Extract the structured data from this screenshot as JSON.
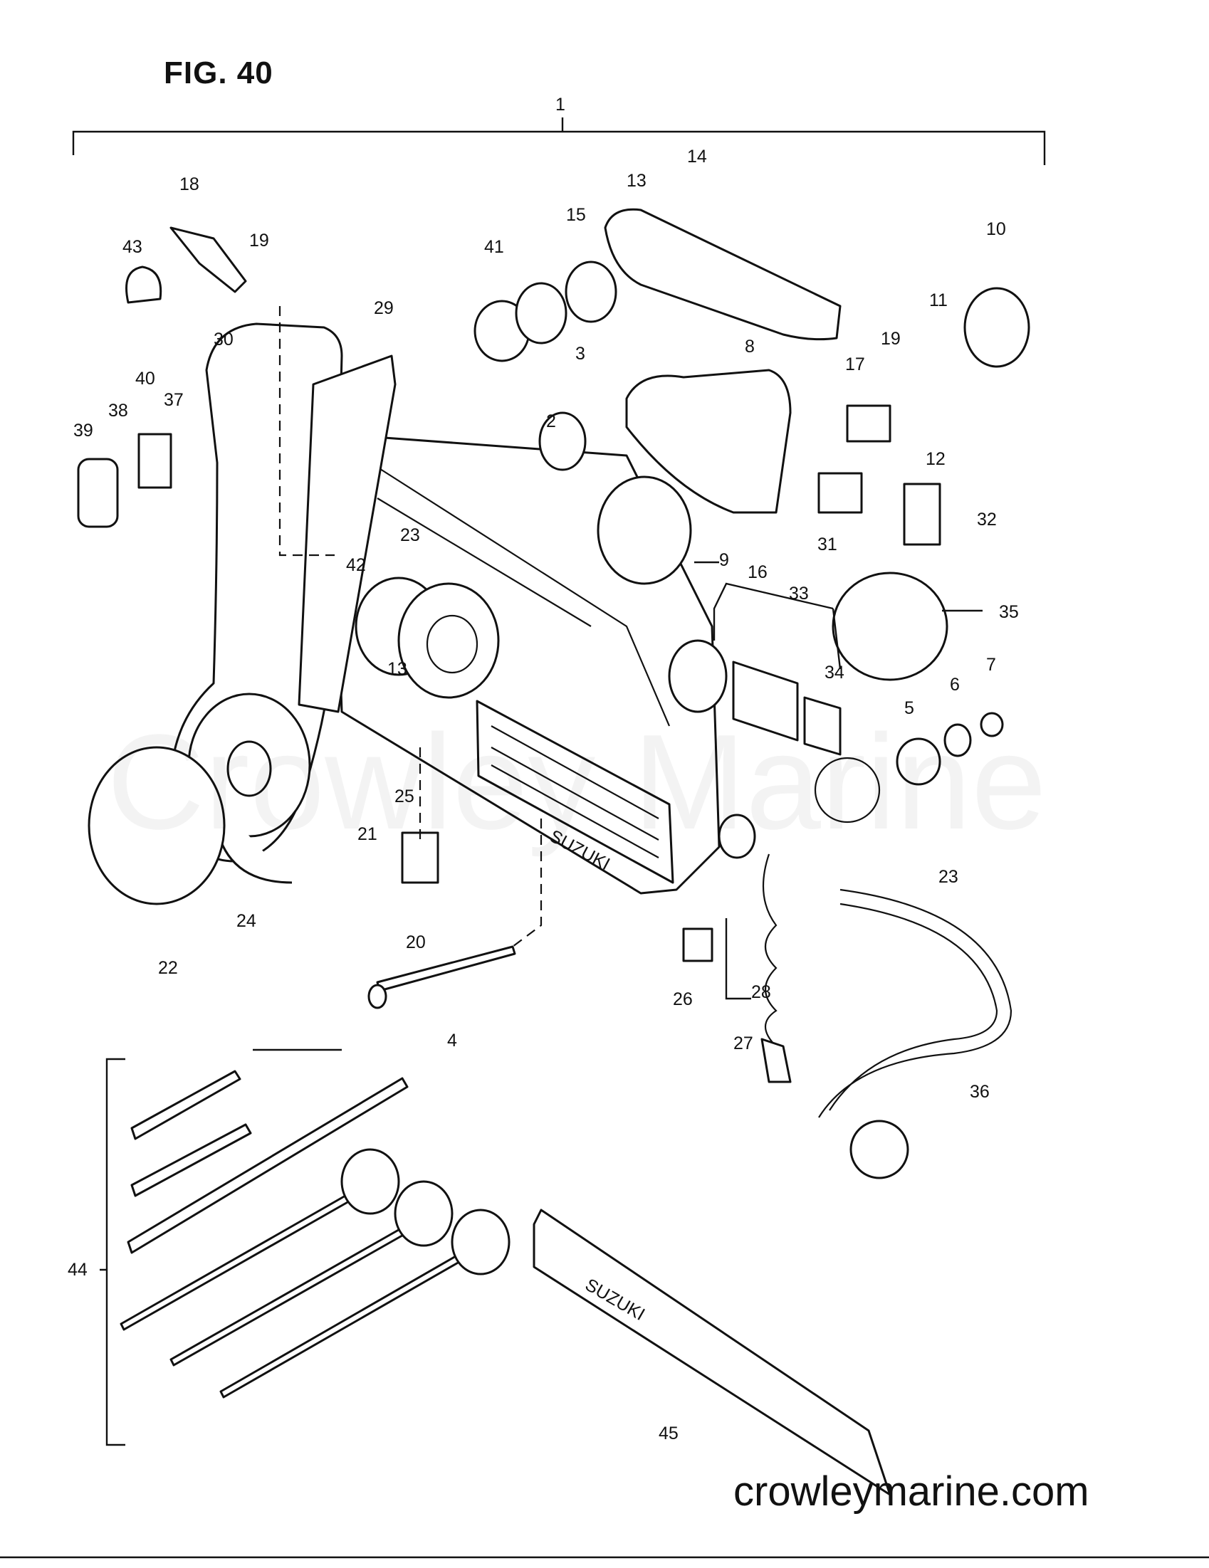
{
  "figure": {
    "title": "FIG. 40"
  },
  "watermark": "Crowley Marine",
  "footer": {
    "website": "crowleymarine.com"
  },
  "callouts": [
    "1",
    "2",
    "3",
    "4",
    "5",
    "6",
    "7",
    "8",
    "9",
    "10",
    "11",
    "12",
    "13",
    "13",
    "14",
    "15",
    "16",
    "17",
    "18",
    "19",
    "19",
    "20",
    "21",
    "22",
    "23",
    "23",
    "24",
    "25",
    "26",
    "27",
    "28",
    "29",
    "30",
    "31",
    "32",
    "33",
    "34",
    "35",
    "36",
    "37",
    "38",
    "39",
    "40",
    "41",
    "42",
    "43",
    "44",
    "45"
  ],
  "part_markings": {
    "housing_logo": "SUZUKI",
    "cover_logo": "SUZUKI"
  },
  "colors": {
    "ink": "#111111",
    "paper": "#ffffff"
  }
}
